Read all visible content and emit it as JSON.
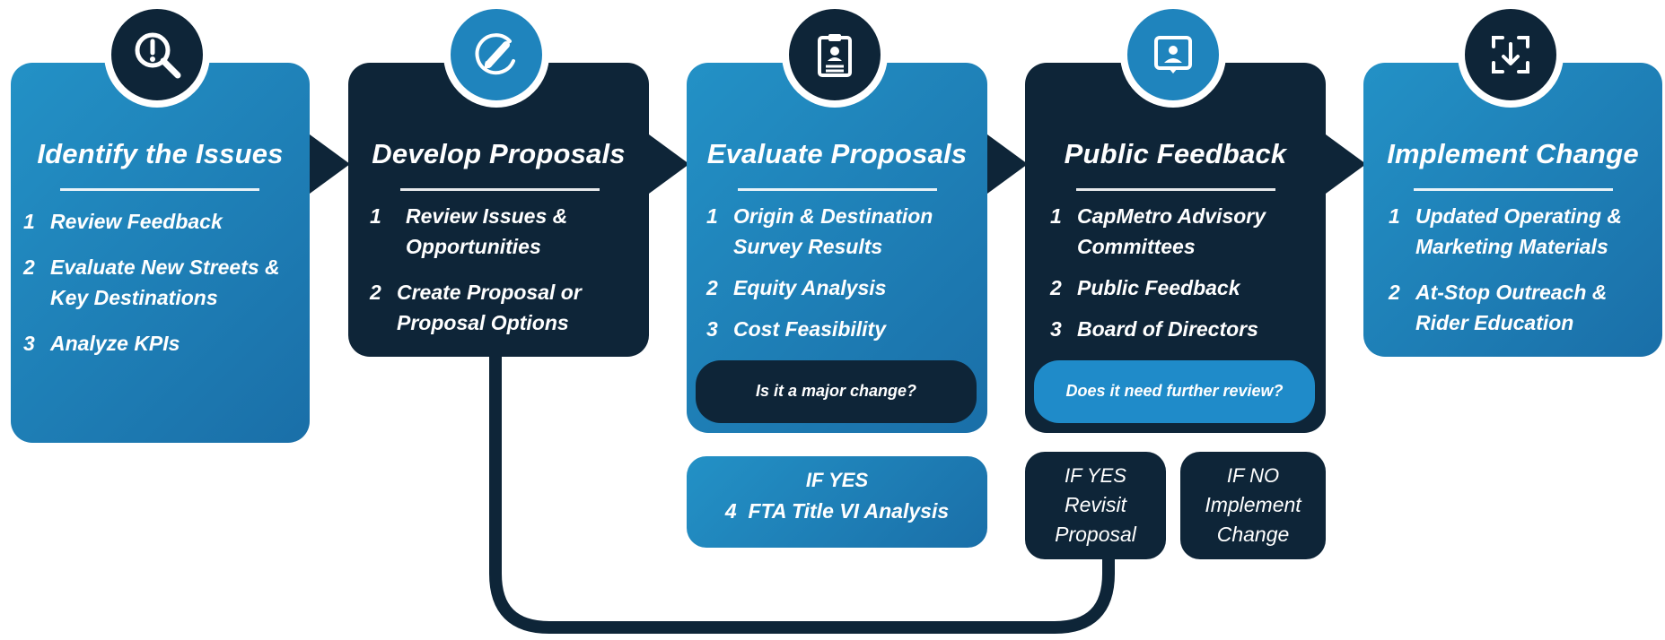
{
  "stages": [
    {
      "title": "Identify the Issues",
      "icon": "magnifier-alert-icon",
      "steps": [
        {
          "num": "1",
          "text": "Review Feedback"
        },
        {
          "num": "2",
          "text": "Evaluate New Streets & Key Destinations"
        },
        {
          "num": "3",
          "text": "Analyze KPIs"
        }
      ]
    },
    {
      "title": "Develop Proposals",
      "icon": "pencil-circle-icon",
      "steps": [
        {
          "num": "1",
          "text": "Review Issues & Opportunities"
        },
        {
          "num": "2",
          "text": "Create Proposal or Proposal Options"
        }
      ]
    },
    {
      "title": "Evaluate Proposals",
      "icon": "clipboard-id-icon",
      "steps": [
        {
          "num": "1",
          "text": "Origin & Destination Survey Results"
        },
        {
          "num": "2",
          "text": "Equity Analysis"
        },
        {
          "num": "3",
          "text": "Cost Feasibility"
        }
      ],
      "question": "Is it a major change?"
    },
    {
      "title": "Public Feedback",
      "icon": "presenter-board-icon",
      "steps": [
        {
          "num": "1",
          "text": "CapMetro Advisory Committees"
        },
        {
          "num": "2",
          "text": "Public Feedback"
        },
        {
          "num": "3",
          "text": "Board of Directors"
        }
      ],
      "question": "Does it need further review?"
    },
    {
      "title": "Implement Change",
      "icon": "download-frame-icon",
      "steps": [
        {
          "num": "1",
          "text": "Updated Operating & Marketing Materials"
        },
        {
          "num": "2",
          "text": "At-Stop Outreach & Rider Education"
        }
      ]
    }
  ],
  "branches": {
    "evaluate_yes": {
      "condition": "IF YES",
      "num": "4",
      "text": "FTA Title VI Analysis"
    },
    "feedback_yes": {
      "condition": "IF YES",
      "text": "Revisit Proposal"
    },
    "feedback_no": {
      "condition": "IF NO",
      "text": "Implement Change"
    }
  },
  "colors": {
    "blue": "#1f84bd",
    "dark": "#0e2538",
    "white": "#ffffff"
  }
}
